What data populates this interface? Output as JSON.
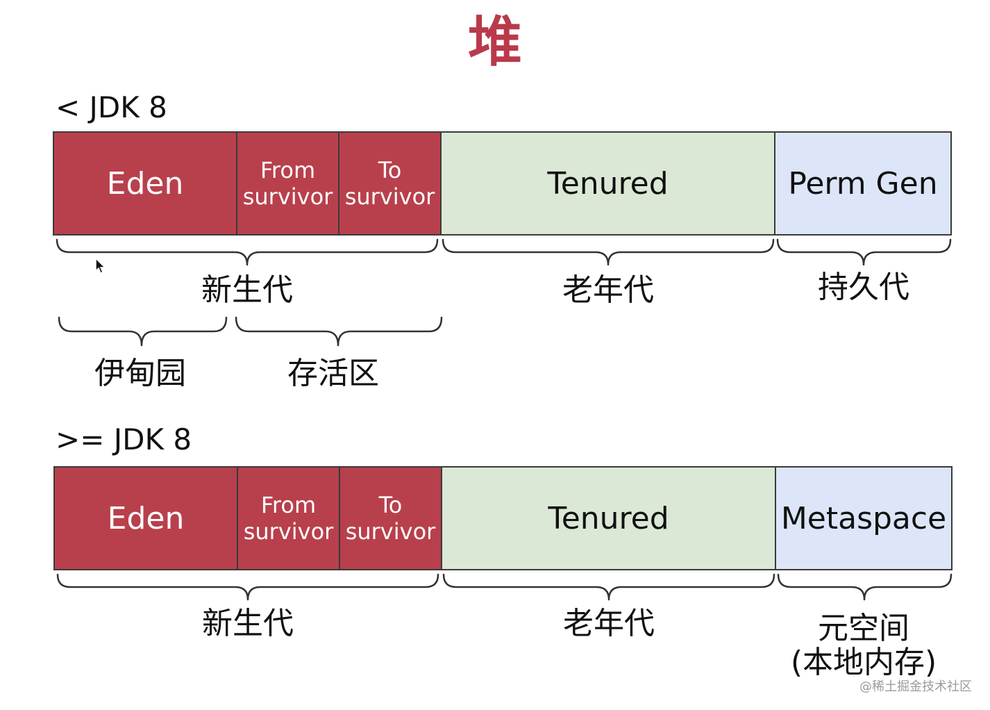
{
  "title": "堆",
  "jdk_before": {
    "label": "< JDK 8",
    "segments": {
      "eden": "Eden",
      "from": [
        "From",
        "survivor"
      ],
      "to": [
        "To",
        "survivor"
      ],
      "tenured": "Tenured",
      "perm": "Perm Gen"
    },
    "groups": {
      "young": "新生代",
      "old": "老年代",
      "perm": "持久代",
      "eden_area": "伊甸园",
      "survivor_area": "存活区"
    }
  },
  "jdk_after": {
    "label": ">= JDK 8",
    "segments": {
      "eden": "Eden",
      "from": [
        "From",
        "survivor"
      ],
      "to": [
        "To",
        "survivor"
      ],
      "tenured": "Tenured",
      "meta": "Metaspace"
    },
    "groups": {
      "young": "新生代",
      "old": "老年代",
      "meta": [
        "元空间",
        "(本地内存)"
      ]
    }
  },
  "colors": {
    "title": "#b93a4a",
    "young_fill": "#b8404c",
    "old_fill": "#dbe8d6",
    "perm_fill": "#dce6f8"
  },
  "watermark": "@稀土掘金技术社区"
}
